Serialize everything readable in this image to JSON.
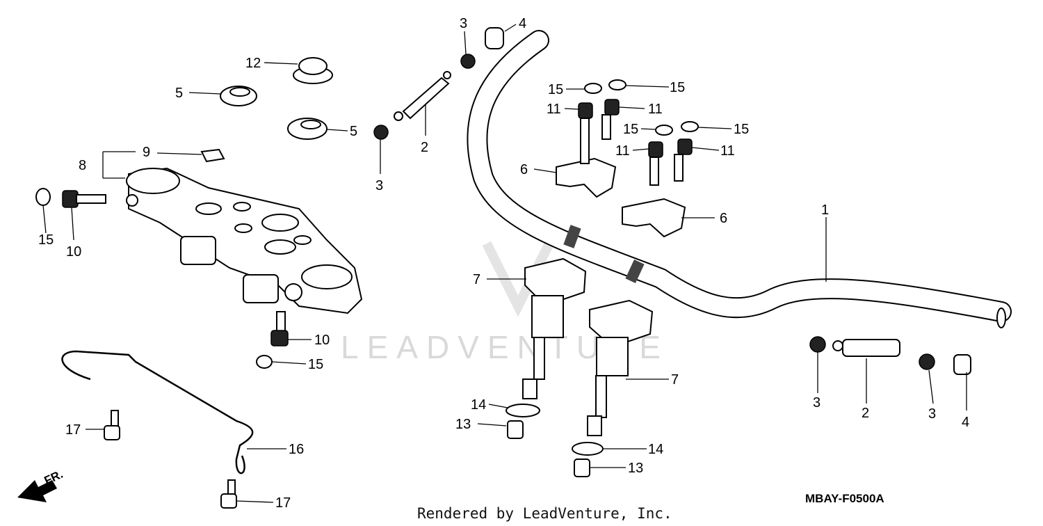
{
  "diagram": {
    "code": "MBAY-F0500A",
    "credit": "Rendered by LeadVenture, Inc.",
    "watermark": "LEADVENTURE",
    "direction_label": "FR.",
    "callouts": [
      {
        "id": "c1",
        "label": "1"
      },
      {
        "id": "c2a",
        "label": "2"
      },
      {
        "id": "c2b",
        "label": "2"
      },
      {
        "id": "c3a",
        "label": "3"
      },
      {
        "id": "c3b",
        "label": "3"
      },
      {
        "id": "c3c",
        "label": "3"
      },
      {
        "id": "c3d",
        "label": "3"
      },
      {
        "id": "c4a",
        "label": "4"
      },
      {
        "id": "c4b",
        "label": "4"
      },
      {
        "id": "c5a",
        "label": "5"
      },
      {
        "id": "c5b",
        "label": "5"
      },
      {
        "id": "c6a",
        "label": "6"
      },
      {
        "id": "c6b",
        "label": "6"
      },
      {
        "id": "c7a",
        "label": "7"
      },
      {
        "id": "c7b",
        "label": "7"
      },
      {
        "id": "c8",
        "label": "8"
      },
      {
        "id": "c9",
        "label": "9"
      },
      {
        "id": "c10a",
        "label": "10"
      },
      {
        "id": "c10b",
        "label": "10"
      },
      {
        "id": "c11a",
        "label": "11"
      },
      {
        "id": "c11b",
        "label": "11"
      },
      {
        "id": "c11c",
        "label": "11"
      },
      {
        "id": "c11d",
        "label": "11"
      },
      {
        "id": "c12",
        "label": "12"
      },
      {
        "id": "c13a",
        "label": "13"
      },
      {
        "id": "c13b",
        "label": "13"
      },
      {
        "id": "c14a",
        "label": "14"
      },
      {
        "id": "c14b",
        "label": "14"
      },
      {
        "id": "c15a",
        "label": "15"
      },
      {
        "id": "c15b",
        "label": "15"
      },
      {
        "id": "c15c",
        "label": "15"
      },
      {
        "id": "c15d",
        "label": "15"
      },
      {
        "id": "c15e",
        "label": "15"
      },
      {
        "id": "c15f",
        "label": "15"
      },
      {
        "id": "c16",
        "label": "16"
      },
      {
        "id": "c17a",
        "label": "17"
      },
      {
        "id": "c17b",
        "label": "17"
      }
    ]
  }
}
